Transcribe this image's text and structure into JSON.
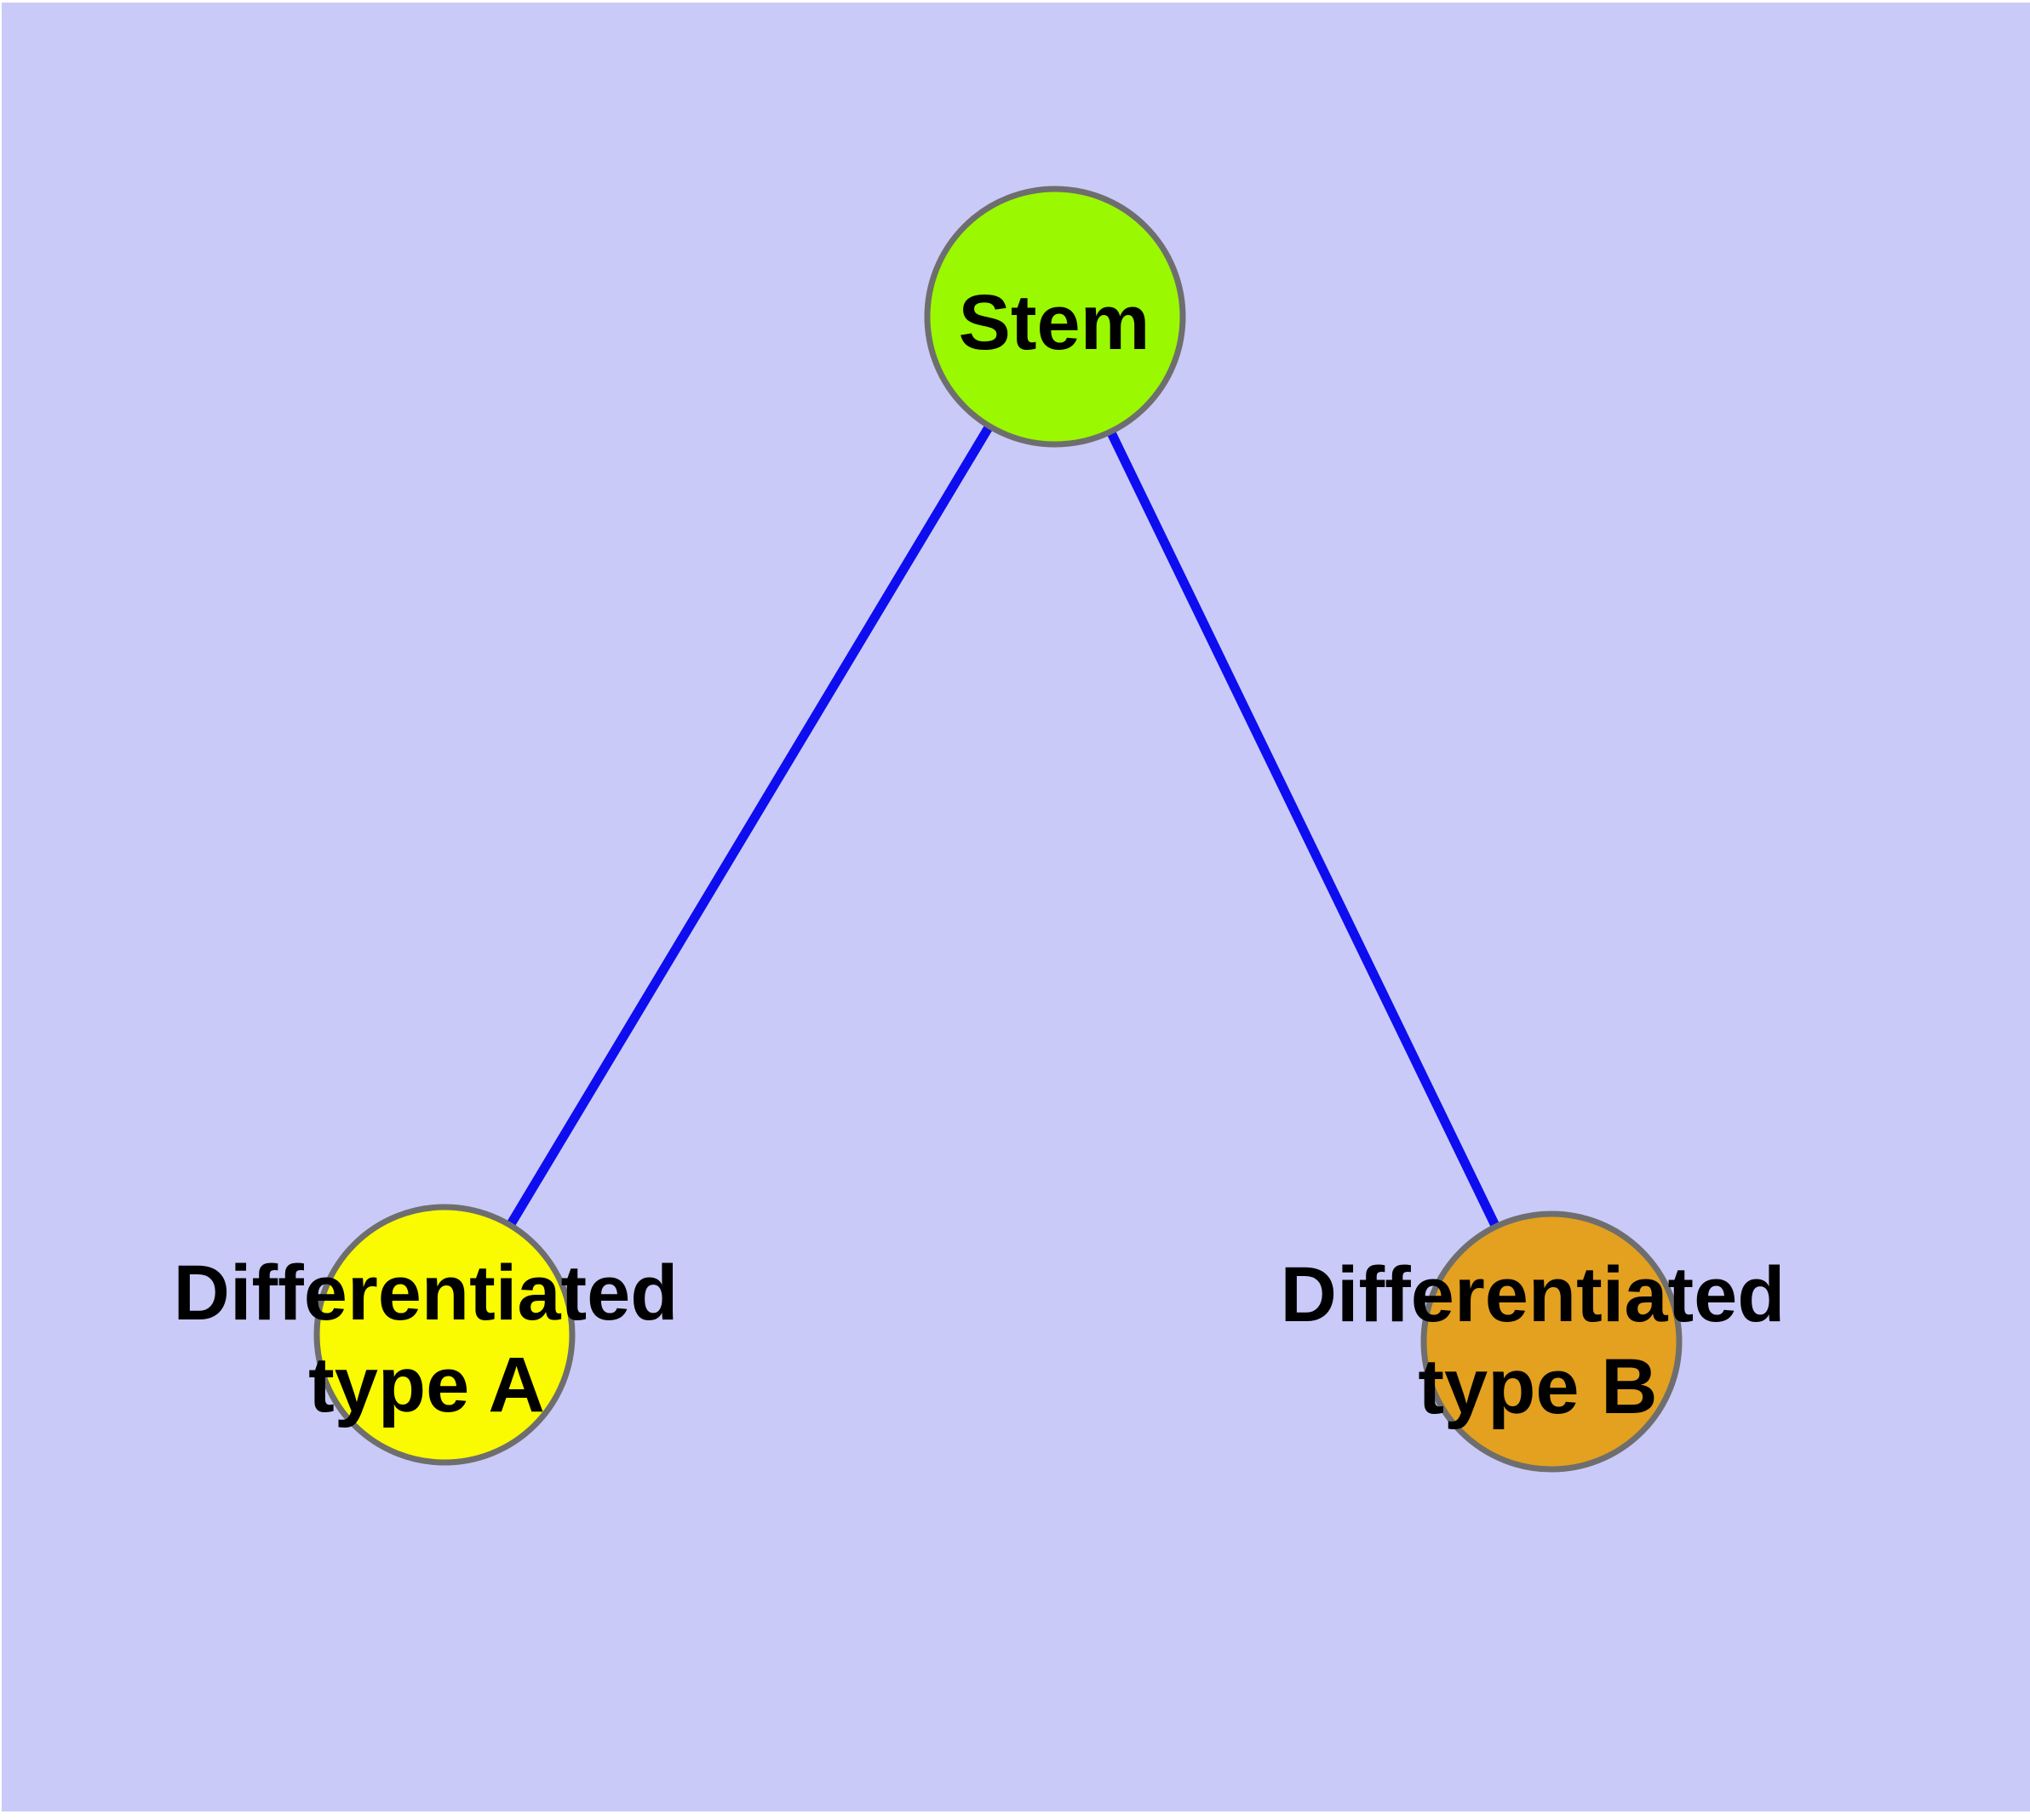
{
  "canvas": {
    "page_color": "#ffffff",
    "background_color": "#cacaf8"
  },
  "graph": {
    "style": {
      "edge_color": "#0d0df0",
      "node_border_color": "#6e6e6e",
      "label_color": "#000000"
    },
    "nodes": [
      {
        "id": "stem",
        "label": "Stem",
        "lines": [
          "Stem"
        ],
        "fill": "#9af800"
      },
      {
        "id": "differentiated-type-a",
        "label": "Differentiated type A",
        "lines": [
          "Differentiated",
          "type A"
        ],
        "fill": "#fafa00"
      },
      {
        "id": "differentiated-type-b",
        "label": "Differentiated type B",
        "lines": [
          "Differentiated",
          "type B"
        ],
        "fill": "#e4a01f"
      }
    ],
    "edges": [
      {
        "from": "Stem",
        "to": "Differentiated type A"
      },
      {
        "from": "Stem",
        "to": "Differentiated type B"
      }
    ]
  }
}
